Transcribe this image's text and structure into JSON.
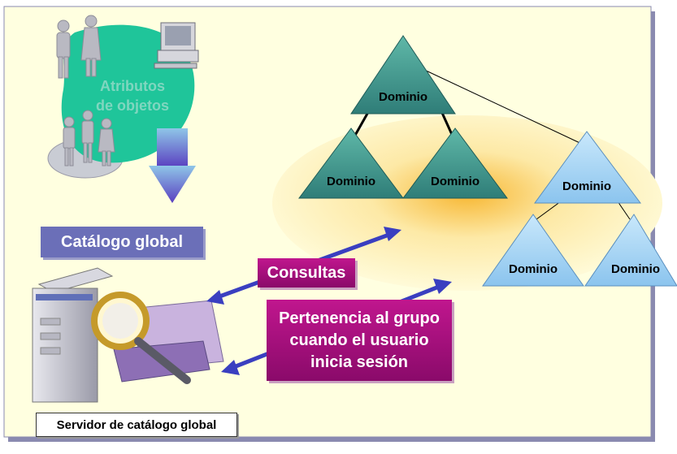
{
  "attributes_label": [
    "Atributos",
    "de objetos"
  ],
  "catalog_label": "Catálogo global",
  "queries_label": "Consultas",
  "membership_label": [
    "Pertenencia al grupo",
    "cuando el usuario",
    "inicia sesión"
  ],
  "server_label": "Servidor de catálogo global",
  "domains": {
    "top": "Dominio",
    "left1": "Dominio",
    "left2": "Dominio",
    "right_top": "Dominio",
    "right_l": "Dominio",
    "right_r": "Dominio"
  },
  "colors": {
    "panel": "#ffffe0",
    "panel_border": "#8a8ab0",
    "teal_triangle": "#4fa39a",
    "blue_triangle": "#a6d4f2",
    "catalog_bg": "#6b6fb8",
    "magenta": "#b0127f",
    "arrow": "#3a3fc0"
  }
}
